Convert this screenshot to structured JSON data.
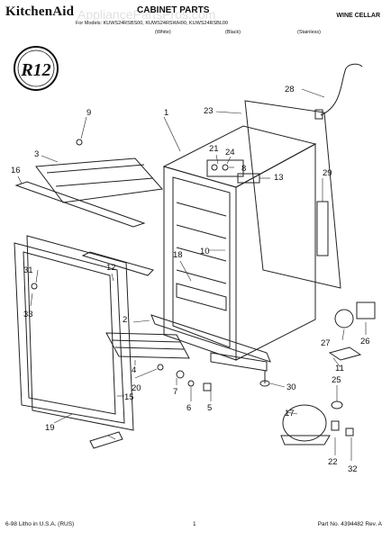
{
  "header": {
    "brand": "KitchenAid",
    "title": "CABINET PARTS",
    "category": "WINE CELLAR",
    "models_line": "For Models: KUWS24RSBS00, KUWS24RSWH00, KUWS24RSBL00",
    "colors": [
      "(White)",
      "(Black)",
      "(Stainless)"
    ],
    "watermark": "AppliancePartsPros.com"
  },
  "badge": {
    "text": "R12"
  },
  "labels": [
    "1",
    "2",
    "3",
    "4",
    "5",
    "6",
    "7",
    "8",
    "9",
    "10",
    "11",
    "12",
    "13",
    "15",
    "16",
    "17",
    "18",
    "19",
    "20",
    "21",
    "22",
    "23",
    "24",
    "25",
    "26",
    "27",
    "28",
    "29",
    "30",
    "31",
    "32",
    "33"
  ],
  "footer": {
    "left": "6-98 Litho in U.S.A. (RUS)",
    "center": "1",
    "right": "Part No. 4394482 Rev. A"
  }
}
